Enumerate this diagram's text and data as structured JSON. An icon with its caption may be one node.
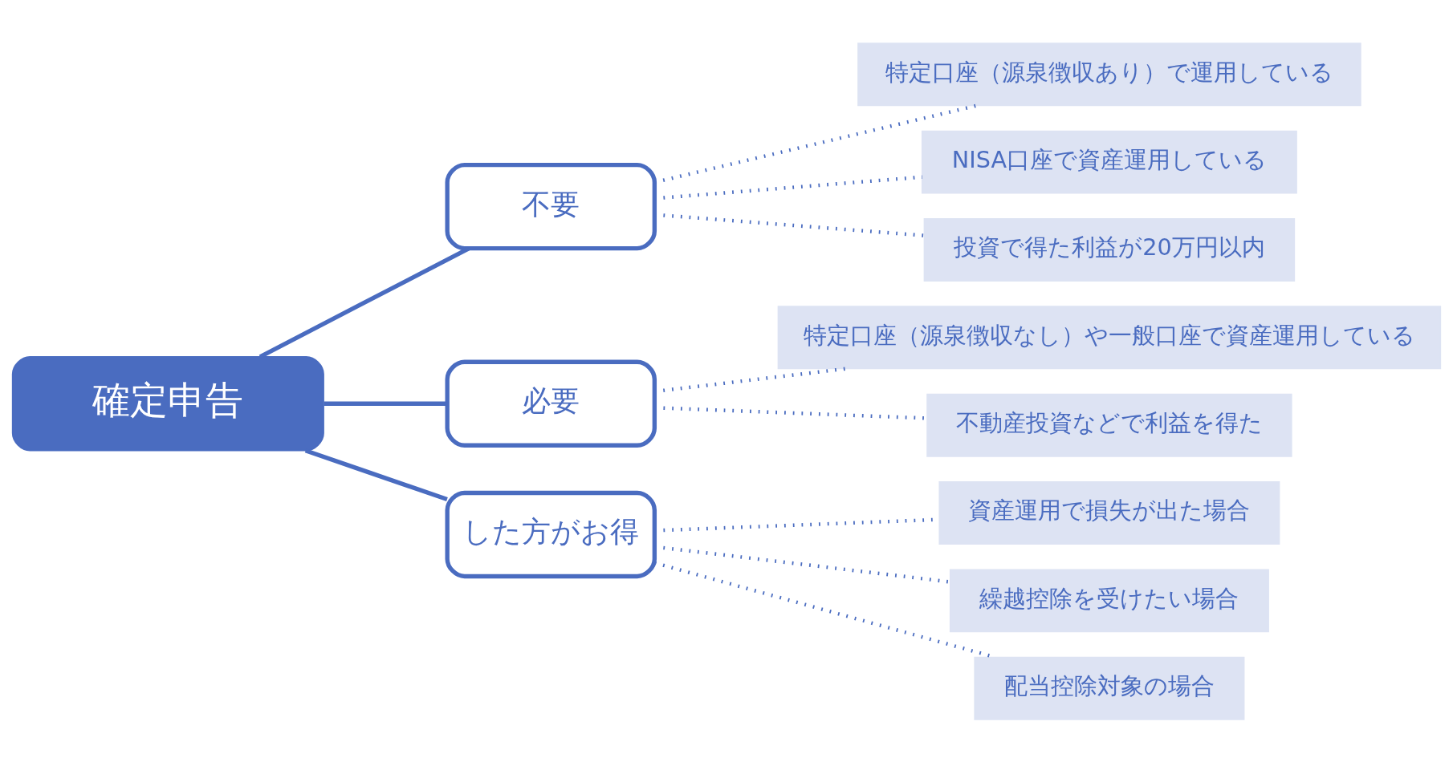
{
  "diagram": {
    "nodes": [
      {
        "text": [
          "確定申告"
        ]
      },
      {
        "text": [
          "不要"
        ]
      },
      {
        "text": [
          "必要"
        ]
      },
      {
        "text": [
          "した方がお得"
        ]
      },
      {
        "text": [
          "特定口座（源泉徴収あり）で運用している"
        ]
      },
      {
        "text": [
          "NISA口座で資産運用している"
        ]
      },
      {
        "text": [
          "投資で得た利益が20万円以内"
        ]
      },
      {
        "text": [
          "特定口座（源泉徴収なし）や一般口座で資産運用している"
        ]
      },
      {
        "text": [
          "不動産投資などで利益を得た"
        ]
      },
      {
        "text": [
          "資産運用で損失が出た場合"
        ]
      },
      {
        "text": [
          "繰越控除を受けたい場合"
        ]
      },
      {
        "text": [
          "配当控除対象の場合"
        ]
      }
    ],
    "edges": [
      {
        "from": 0,
        "to": 1,
        "arrow": "none"
      },
      {
        "from": 0,
        "to": 2,
        "arrow": "none"
      },
      {
        "from": 0,
        "to": 3,
        "arrow": "none"
      },
      {
        "from": 1,
        "to": 4,
        "arrow": "none",
        "style": "dashed"
      },
      {
        "from": 1,
        "to": 5,
        "arrow": "none",
        "style": "dashed"
      },
      {
        "from": 1,
        "to": 6,
        "arrow": "none",
        "style": "dashed"
      },
      {
        "from": 2,
        "to": 7,
        "arrow": "none",
        "style": "dashed"
      },
      {
        "from": 2,
        "to": 8,
        "arrow": "none",
        "style": "dashed"
      },
      {
        "from": 3,
        "to": 9,
        "arrow": "none",
        "style": "dashed"
      },
      {
        "from": 3,
        "to": 10,
        "arrow": "none",
        "style": "dashed"
      },
      {
        "from": 3,
        "to": 11,
        "arrow": "none",
        "style": "dashed"
      }
    ]
  }
}
